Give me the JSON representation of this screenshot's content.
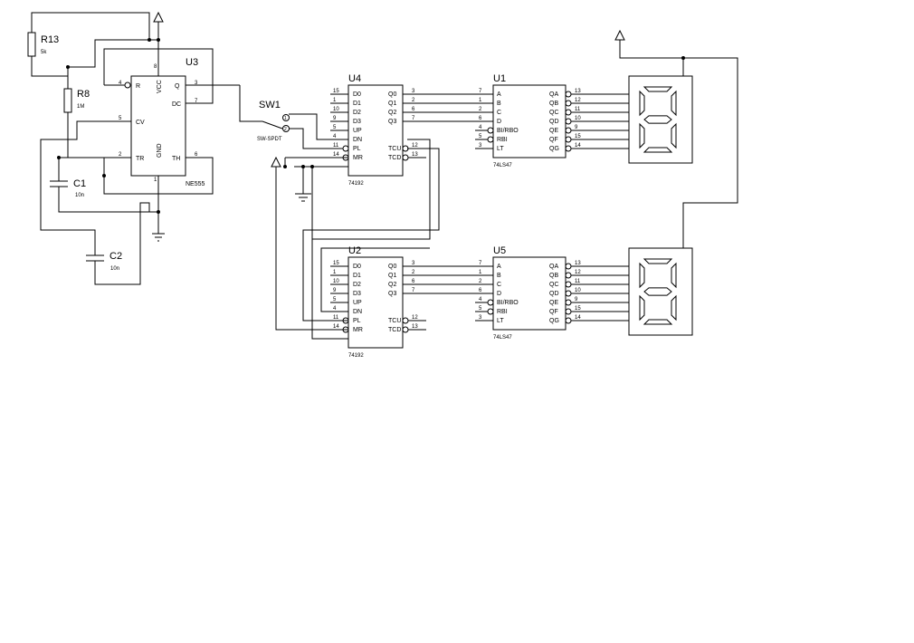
{
  "title": "",
  "r13": {
    "ref": "R13",
    "value": "5k"
  },
  "r8": {
    "ref": "R8",
    "value": "1M"
  },
  "c1": {
    "ref": "C1",
    "value": "10n"
  },
  "c2": {
    "ref": "C2",
    "value": "10n"
  },
  "u3": {
    "ref": "U3",
    "part": "NE555",
    "pins": {
      "r": "R",
      "vcc": "VCC",
      "q": "Q",
      "dc": "DC",
      "cv": "CV",
      "tr": "TR",
      "gnd": "GND",
      "th": "TH",
      "n4": "4",
      "n8": "8",
      "n3": "3",
      "n7": "7",
      "n5": "5",
      "n2": "2",
      "n1": "1",
      "n6": "6"
    }
  },
  "sw1": {
    "ref": "SW1",
    "part": "SW-SPDT",
    "pos1": "1",
    "pos2": "2"
  },
  "u4": {
    "ref": "U4",
    "part": "74192"
  },
  "u2": {
    "ref": "U2",
    "part": "74192"
  },
  "u1": {
    "ref": "U1",
    "part": "74LS47"
  },
  "u5": {
    "ref": "U5",
    "part": "74LS47"
  },
  "counter_pins": {
    "left": [
      [
        "15",
        "D0"
      ],
      [
        "1",
        "D1"
      ],
      [
        "10",
        "D2"
      ],
      [
        "9",
        "D3"
      ],
      [
        "5",
        "UP"
      ],
      [
        "4",
        "DN"
      ],
      [
        "11",
        "PL"
      ],
      [
        "14",
        "MR"
      ]
    ],
    "right": [
      [
        "3",
        "Q0"
      ],
      [
        "2",
        "Q1"
      ],
      [
        "6",
        "Q2"
      ],
      [
        "7",
        "Q3"
      ],
      [
        "12",
        "TCU"
      ],
      [
        "13",
        "TCD"
      ]
    ]
  },
  "decoder_pins": {
    "left": [
      [
        "7",
        "A"
      ],
      [
        "1",
        "B"
      ],
      [
        "2",
        "C"
      ],
      [
        "6",
        "D"
      ],
      [
        "4",
        "BI/RBO"
      ],
      [
        "5",
        "RBI"
      ],
      [
        "3",
        "LT"
      ]
    ],
    "right": [
      [
        "13",
        "QA"
      ],
      [
        "12",
        "QB"
      ],
      [
        "11",
        "QC"
      ],
      [
        "10",
        "QD"
      ],
      [
        "9",
        "QE"
      ],
      [
        "15",
        "QF"
      ],
      [
        "14",
        "QG"
      ]
    ]
  }
}
